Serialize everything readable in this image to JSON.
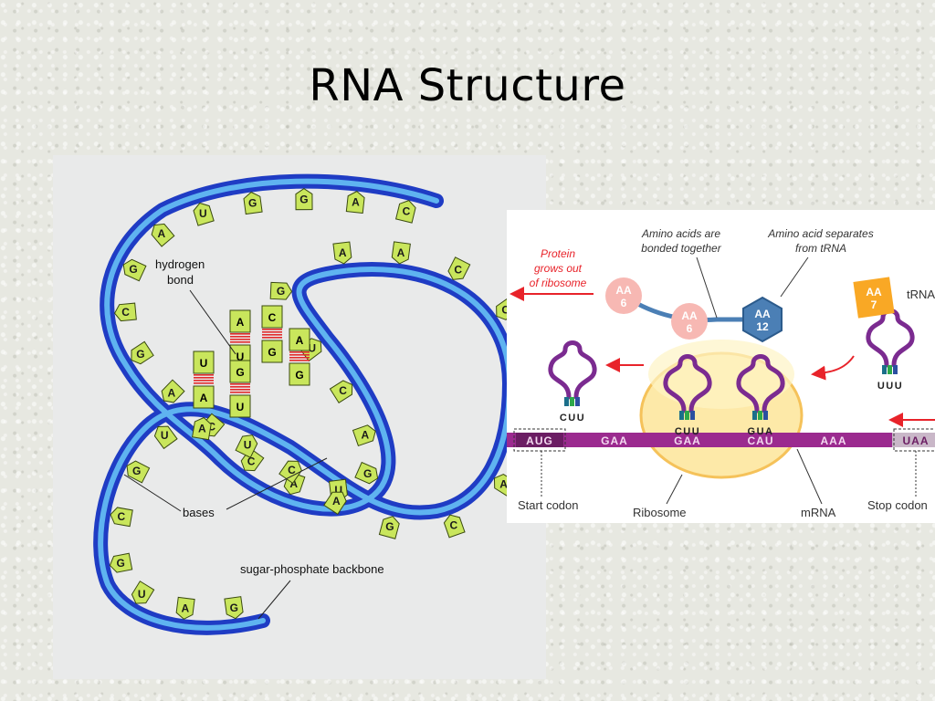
{
  "slide": {
    "title": "RNA Structure"
  },
  "rna_figure": {
    "labels": {
      "hydrogen_bond": "hydrogen\nbond",
      "bases": "bases",
      "backbone": "sugar-phosphate backbone"
    },
    "outer_bases": [
      "C",
      "A",
      "G",
      "G",
      "U",
      "A",
      "G",
      "C",
      "G",
      "A",
      "C",
      "C",
      "A",
      "U",
      "G",
      "A",
      "C",
      "U",
      "G",
      "A",
      "A",
      "C",
      "C",
      "A",
      "G",
      "A",
      "C",
      "G",
      "A",
      "C",
      "U",
      "A",
      "U",
      "G",
      "C",
      "G",
      "U",
      "A",
      "G"
    ],
    "inner_pairs": [
      [
        "A",
        "U"
      ],
      [
        "C",
        "G"
      ],
      [
        "U",
        "A"
      ],
      [
        "A",
        "G"
      ],
      [
        "G",
        "U"
      ]
    ]
  },
  "translation_figure": {
    "labels": {
      "protein": "Protein\ngrows out\nof ribosome",
      "amino_bonded": "Amino acids are\nbonded together",
      "amino_separates": "Amino acid separates\nfrom tRNA",
      "trna": "tRNA",
      "start_codon": "Start codon",
      "ribosome": "Ribosome",
      "mrna": "mRNA",
      "stop_codon": "Stop codon"
    },
    "amino_acids": [
      {
        "label": "AA\n6",
        "color": "#f7b8b3"
      },
      {
        "label": "AA\n6",
        "color": "#f7b8b3"
      },
      {
        "label": "AA\n12",
        "color": "#4b7fb5"
      },
      {
        "label": "AA\n7",
        "color": "#f9a825"
      }
    ],
    "codons": [
      "AUG",
      "GAA",
      "GAA",
      "CAU",
      "AAA",
      "UAA"
    ],
    "anticodons": [
      "CUU",
      "CUU",
      "GUA",
      "UUU"
    ],
    "colors": {
      "arrow": "#e8232a",
      "mrna": "#9b2a8f",
      "trna": "#7b2b90",
      "ribosome": "#fde9a8",
      "backbone": "#2a3fd0",
      "base": "#c9e65c"
    }
  }
}
